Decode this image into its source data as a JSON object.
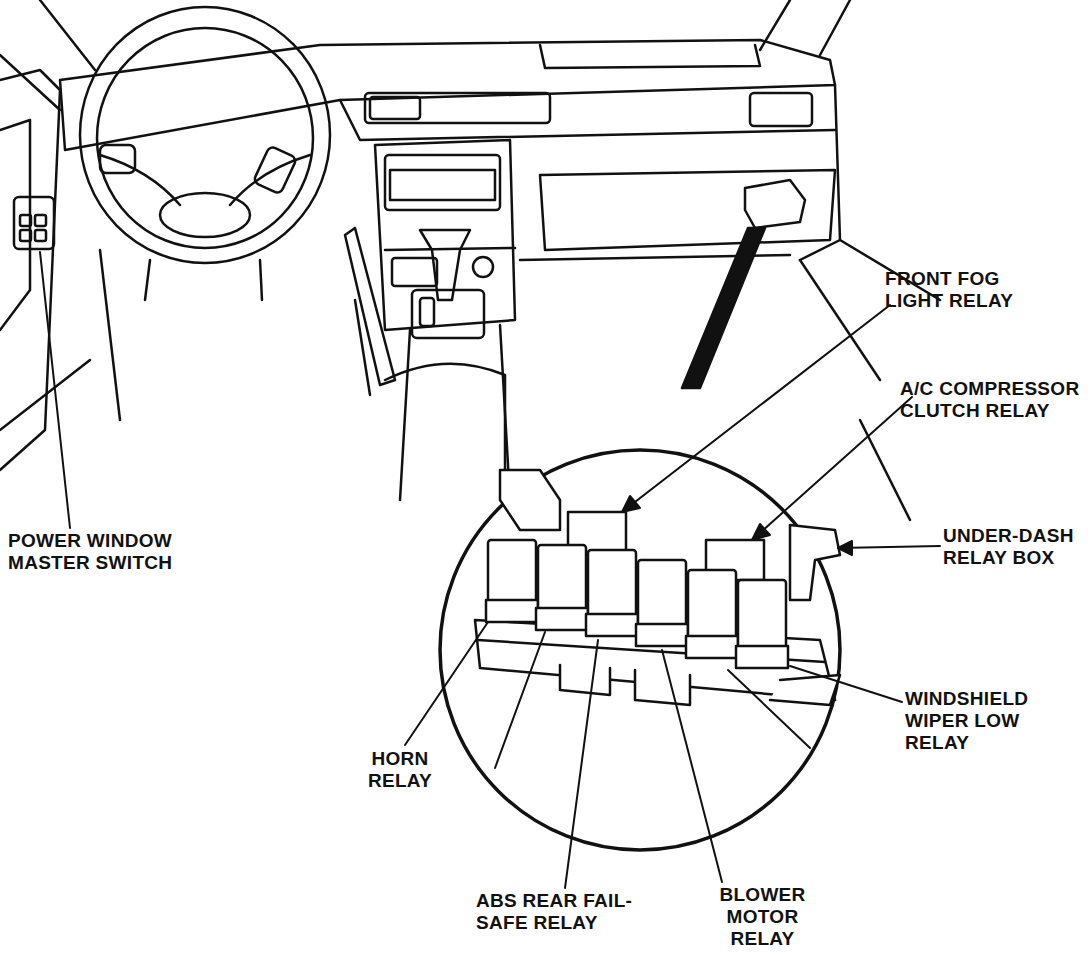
{
  "diagram": {
    "labels": [
      "FRONT FOG LIGHT RELAY",
      "A/C COMPRESSOR CLUTCH RELAY",
      "UNDER-DASH RELAY BOX",
      "WINDSHIELD WIPER LOW RELAY",
      "HORN RELAY",
      "ABS REAR FAIL-SAFE RELAY",
      "BLOWER MOTOR RELAY",
      "POWER WINDOW MASTER SWITCH"
    ]
  }
}
